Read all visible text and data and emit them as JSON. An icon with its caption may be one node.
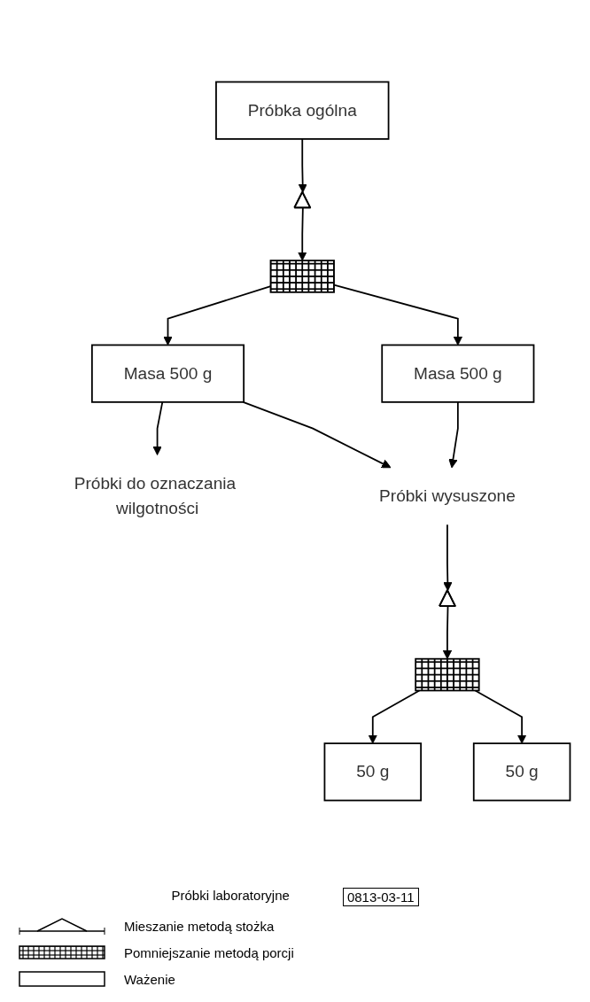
{
  "diagram": {
    "nodes": [
      {
        "text": [
          "Próbka ogólna"
        ]
      },
      {
        "text": [],
        "shape": "triangle"
      },
      {
        "text": [],
        "shape": "bar"
      },
      {
        "text": [
          "Masa 500 g"
        ]
      },
      {
        "text": [
          "Masa 500 g"
        ]
      },
      {
        "text": [
          "Próbki do oznaczania wilgotności"
        ]
      },
      {
        "text": [
          "Próbki wysuszone"
        ]
      },
      {
        "text": [],
        "shape": "triangle"
      },
      {
        "text": [],
        "shape": "bar"
      },
      {
        "text": [
          "50 g"
        ]
      },
      {
        "text": [
          "50 g"
        ]
      }
    ],
    "edges": [
      {
        "from": 0,
        "to": 1,
        "arrow": "to"
      },
      {
        "from": 1,
        "to": 2,
        "arrow": "to"
      },
      {
        "from": 2,
        "to": 3,
        "arrow": "to"
      },
      {
        "from": 2,
        "to": 4,
        "arrow": "to"
      },
      {
        "from": 4,
        "to": 5,
        "arrow": "to"
      },
      {
        "from": 3,
        "to": 6,
        "arrow": "to"
      },
      {
        "from": 4,
        "to": 6,
        "arrow": "to"
      },
      {
        "from": 6,
        "to": 7,
        "arrow": "to"
      },
      {
        "from": 7,
        "to": 8,
        "arrow": "to"
      },
      {
        "from": 8,
        "to": 9,
        "arrow": "to"
      },
      {
        "from": 8,
        "to": 10,
        "arrow": "to"
      }
    ],
    "labels": [
      "Próbki laboratoryjne",
      "0813-03-11"
    ],
    "legend": [
      {
        "text": "Mieszanie metodą stożka"
      },
      {
        "text": "Pomniejszanie metodą porcji"
      },
      {
        "text": "Ważenie"
      }
    ]
  }
}
